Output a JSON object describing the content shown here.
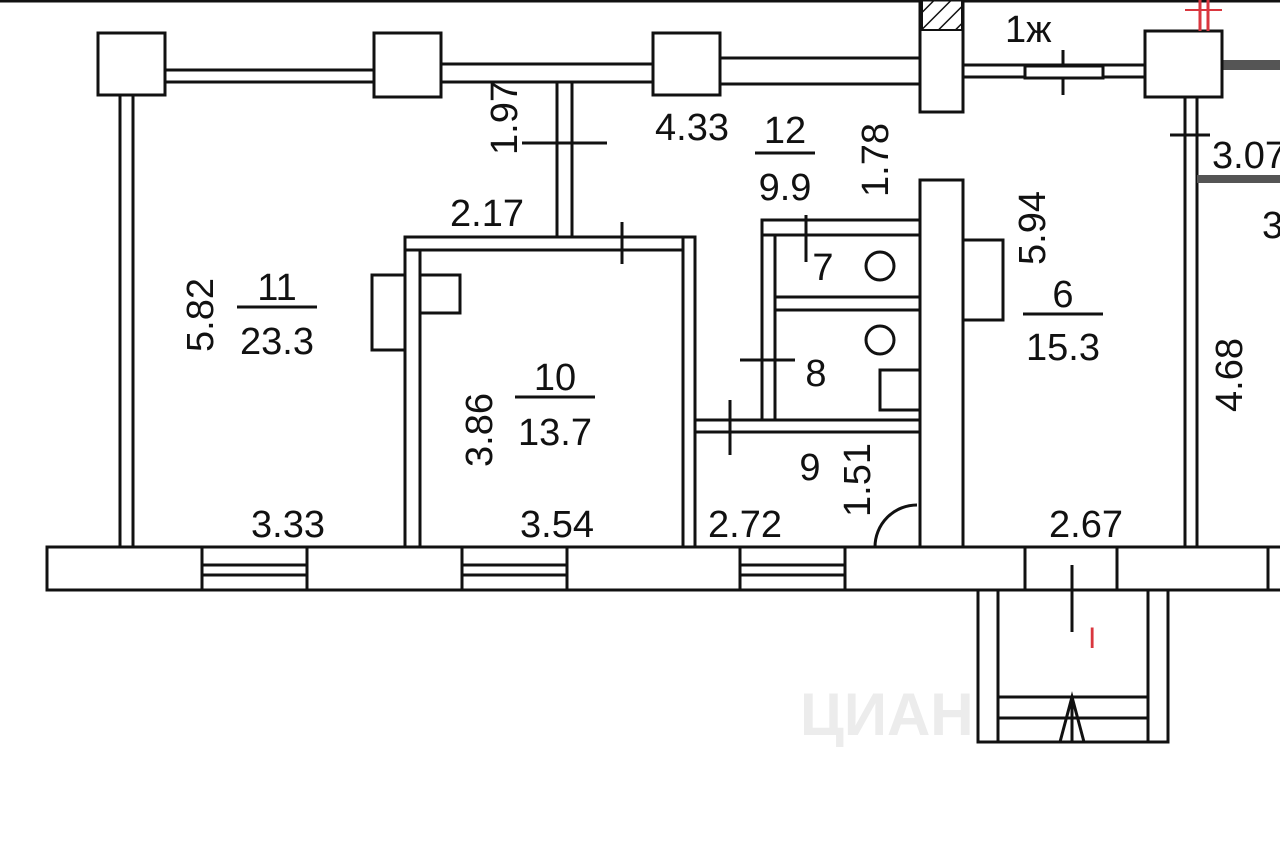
{
  "plan": {
    "corridor_label": "1ж",
    "stair_mark": "I",
    "watermark": "ЦИАН",
    "accent_color": "#d9363e",
    "rooms": [
      {
        "number": "11",
        "area": "23.3"
      },
      {
        "number": "10",
        "area": "13.7"
      },
      {
        "number": "12",
        "area": "9.9"
      },
      {
        "number": "6",
        "area": "15.3"
      },
      {
        "number": "7"
      },
      {
        "number": "8"
      },
      {
        "number": "9"
      }
    ],
    "dimensions": {
      "d197": "1.97",
      "d433": "4.33",
      "d178": "1.78",
      "d217": "2.17",
      "d582": "5.82",
      "d594": "5.94",
      "d386": "3.86",
      "d151": "1.51",
      "d468": "4.68",
      "d333": "3.33",
      "d354": "3.54",
      "d272": "2.72",
      "d267": "2.67",
      "d307": "3.07",
      "d3": "3"
    }
  }
}
